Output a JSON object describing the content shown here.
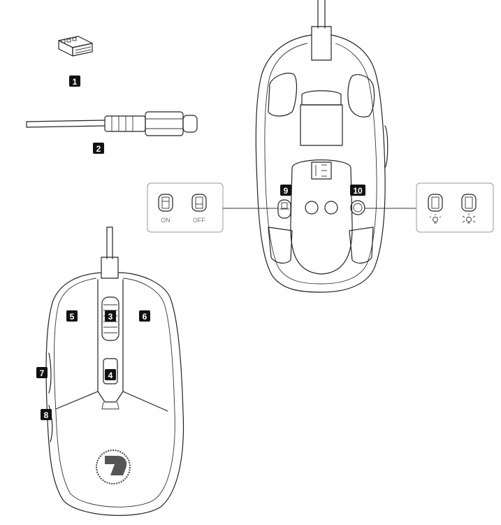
{
  "callouts": [
    {
      "id": "1",
      "label": "1"
    },
    {
      "id": "2",
      "label": "2"
    },
    {
      "id": "3",
      "label": "3"
    },
    {
      "id": "4",
      "label": "4"
    },
    {
      "id": "5",
      "label": "5"
    },
    {
      "id": "6",
      "label": "6"
    },
    {
      "id": "7",
      "label": "7"
    },
    {
      "id": "8",
      "label": "8"
    },
    {
      "id": "9",
      "label": "9"
    },
    {
      "id": "10",
      "label": "10"
    }
  ],
  "power_inset": {
    "on_label": "ON",
    "off_label": "OFF"
  },
  "light_inset": {
    "light_on_icon": "bulb-dim-icon",
    "light_bright_icon": "bulb-bright-icon"
  },
  "colors": {
    "line": "#222222",
    "badge": "#111111",
    "inset_border": "#9a9a9a"
  }
}
